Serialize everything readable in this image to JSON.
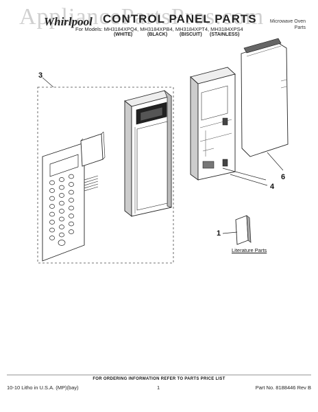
{
  "watermark": "AppliancePartsPros.com",
  "logo": "Whirlpool",
  "title": "CONTROL PANEL PARTS",
  "models_line": "For Models: MH3184XPQ4, MH3184XPB4, MH3184XPT4, MH3184XPS4",
  "colors": [
    "(WHITE)",
    "(BLACK)",
    "(BISCUIT)",
    "(STAINLESS)"
  ],
  "top_right": [
    "Microwave Oven",
    "Parts"
  ],
  "callouts": [
    "3",
    "6",
    "4",
    "1"
  ],
  "literature_label": "Literature Parts",
  "footer": {
    "order_info": "FOR ORDERING INFORMATION REFER TO PARTS PRICE LIST",
    "left": "10-10 Litho in U.S.A. (MP)(bay)",
    "center": "1",
    "right": "Part No. 8188446 Rev B"
  }
}
